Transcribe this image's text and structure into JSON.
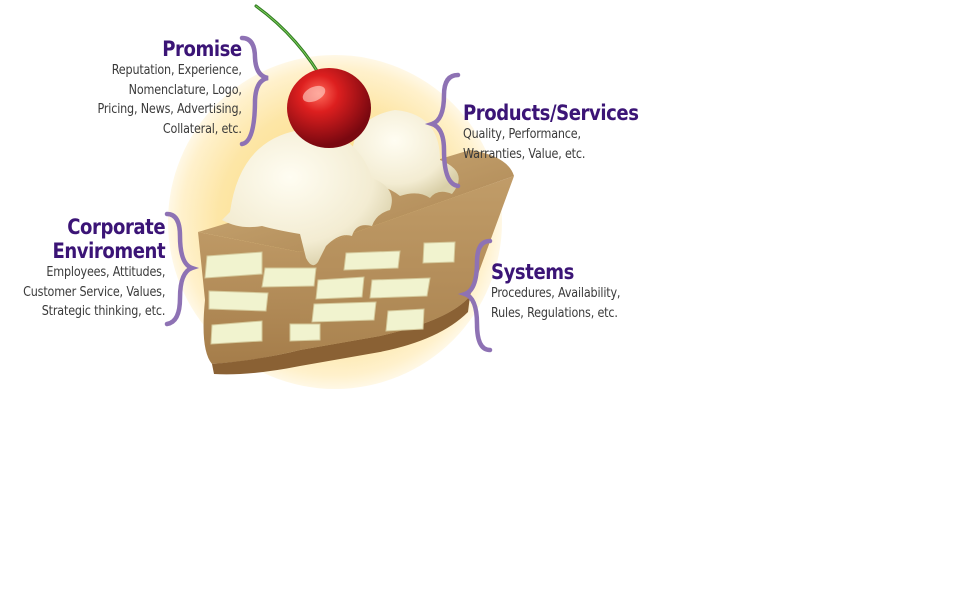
{
  "colors": {
    "title": "#3b1476",
    "text": "#3a3a3a",
    "brace": "#8e72b4",
    "glow_center": "#fbe29a",
    "glow_edge": "#fff6dc",
    "crust": "#bf9c6c",
    "filling": "#f1f2d0",
    "cherry": "#c8141b",
    "cream": "#f6f1dc"
  },
  "sections": {
    "promise": {
      "title": "Promise",
      "lines": [
        "Reputation, Experience,",
        "Nomenclature, Logo,",
        "Pricing, News, Advertising,",
        "Collateral, etc."
      ]
    },
    "products": {
      "title": "Products/Services",
      "lines": [
        "Quality, Performance,",
        "Warranties, Value, etc."
      ]
    },
    "corporate": {
      "title_lines": [
        "Corporate",
        "Enviroment"
      ],
      "lines": [
        "Employees, Attitudes,",
        "Customer Service, Values,",
        "Strategic thinking, etc."
      ]
    },
    "systems": {
      "title": "Systems",
      "lines": [
        "Procedures, Availability,",
        "Rules, Regulations, etc."
      ]
    }
  },
  "icons": {
    "illustration": "pie-slice-with-cherry-illustration",
    "brace": "curly-brace-icon"
  }
}
